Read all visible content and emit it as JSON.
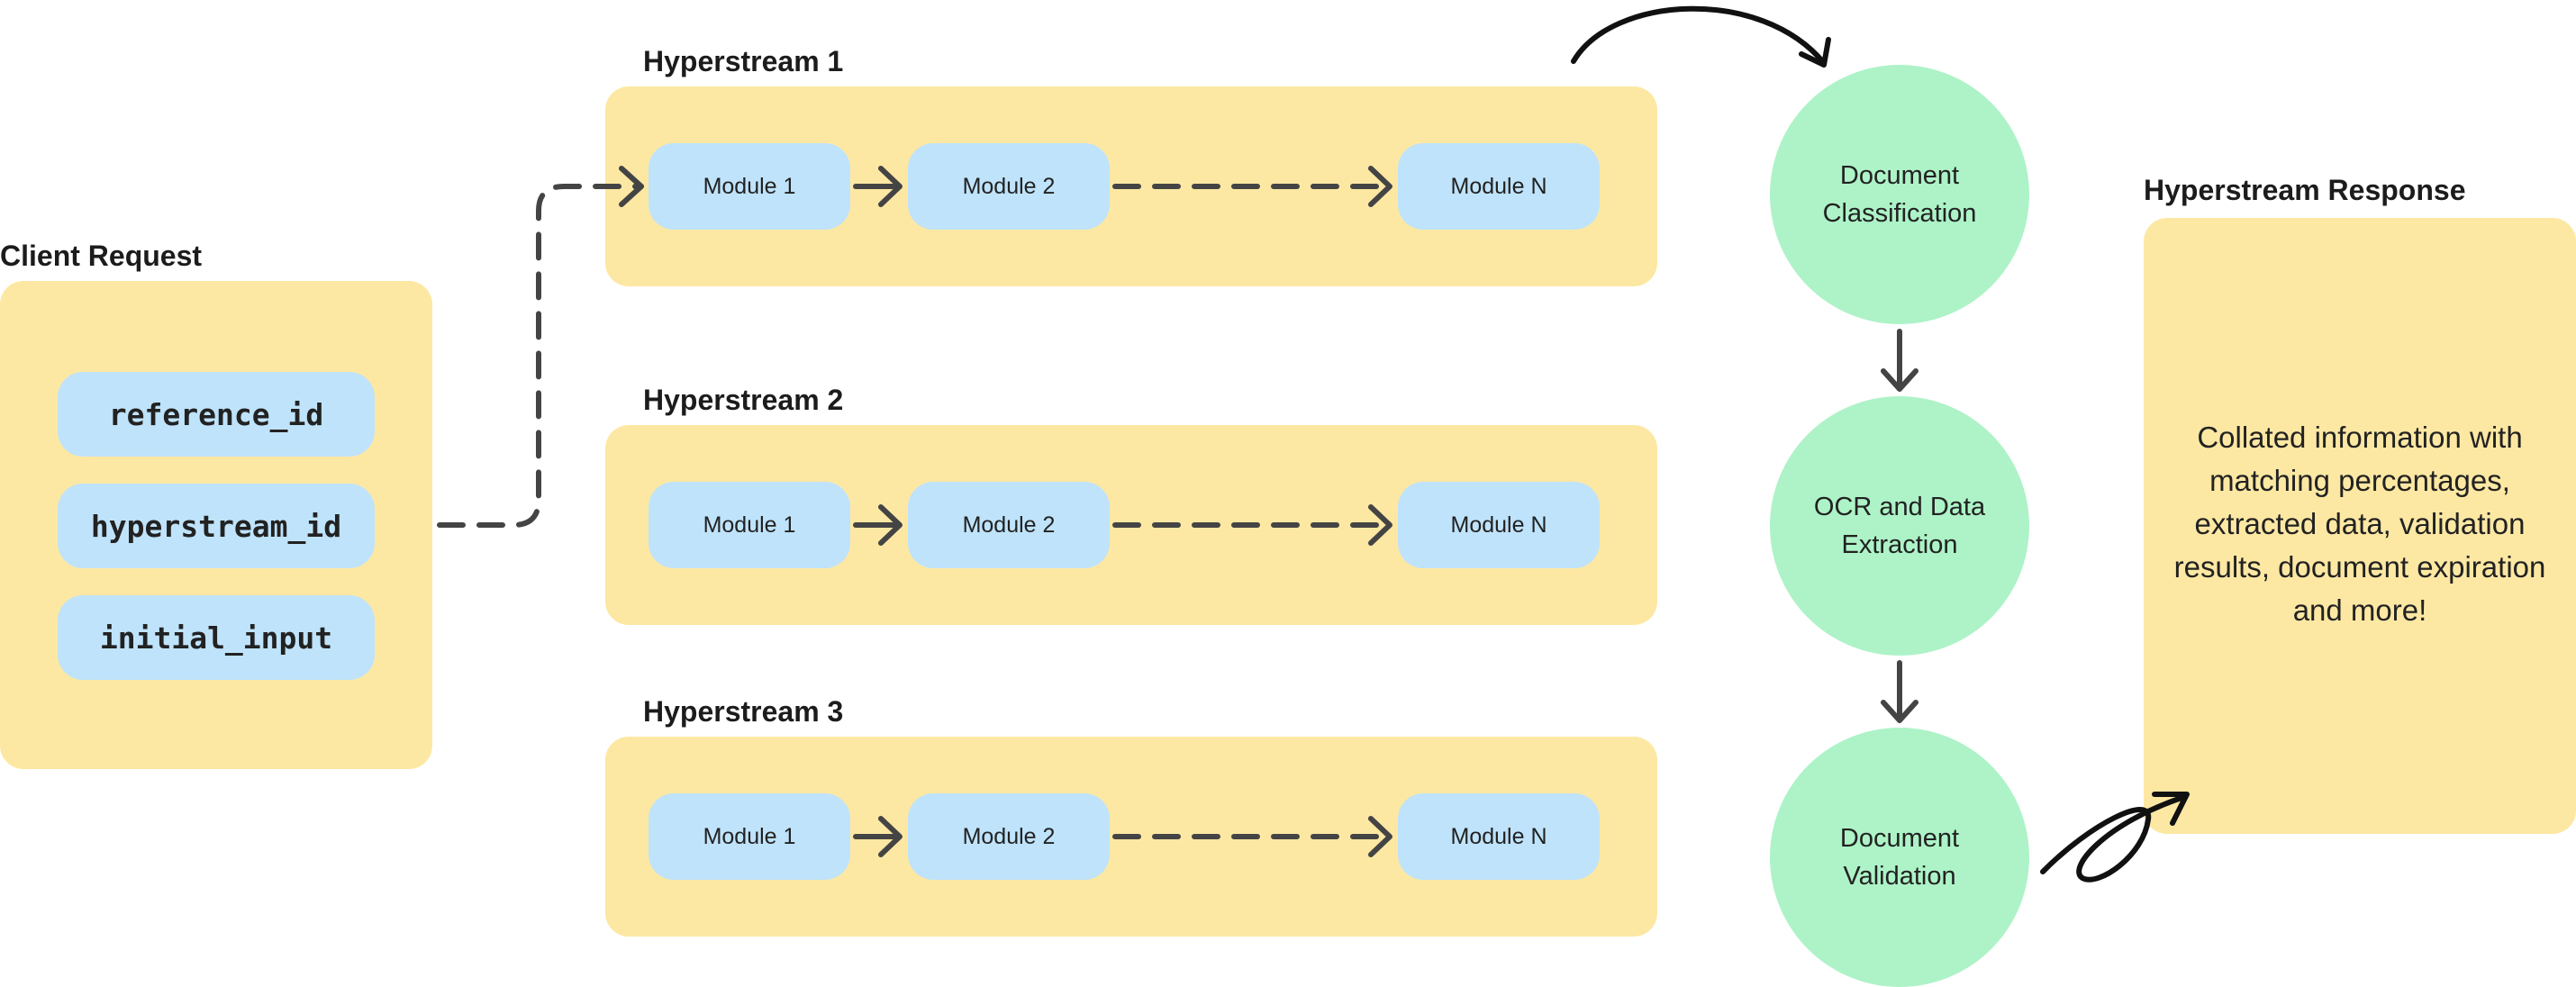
{
  "client_request": {
    "title": "Client Request",
    "fields": [
      "reference_id",
      "hyperstream_id",
      "initial_input"
    ]
  },
  "hyperstreams": [
    {
      "title": "Hyperstream 1",
      "modules": [
        "Module 1",
        "Module 2",
        "Module N"
      ]
    },
    {
      "title": "Hyperstream 2",
      "modules": [
        "Module 1",
        "Module 2",
        "Module N"
      ]
    },
    {
      "title": "Hyperstream 3",
      "modules": [
        "Module 1",
        "Module 2",
        "Module N"
      ]
    }
  ],
  "stages": [
    "Document Classification",
    "OCR and Data Extraction",
    "Document Validation"
  ],
  "response": {
    "title": "Hyperstream Response",
    "text": "Collated information with matching percentages, extracted data, validation results, document expiration and more!"
  },
  "colors": {
    "panel": "#fde8a3",
    "module": "#bfe3fa",
    "stage": "#adf3c7",
    "arrow": "#444444"
  }
}
